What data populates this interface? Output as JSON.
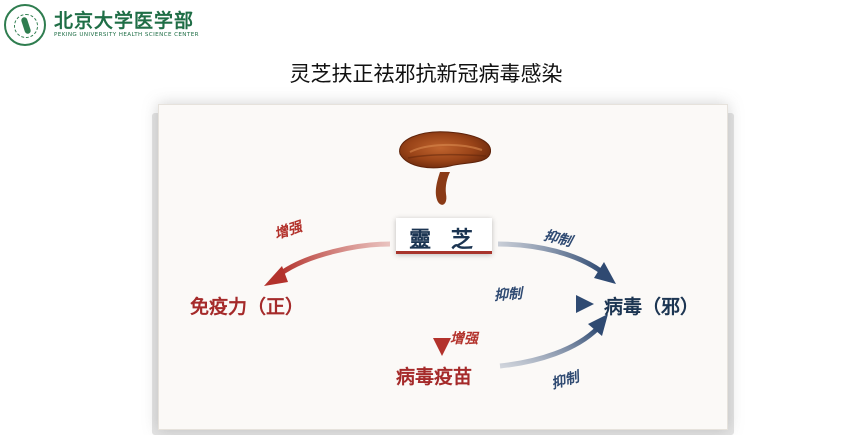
{
  "logo": {
    "name_cn": "北京大学医学部",
    "name_en": "PEKING UNIVERSITY HEALTH SCIENCE CENTER"
  },
  "title": "灵芝扶正祛邪抗新冠病毒感染",
  "diagram": {
    "nodes": {
      "lingzhi": "靈 芝",
      "immunity": "免疫力（正）",
      "virus": "病毒（邪）",
      "vaccine": "病毒疫苗"
    },
    "edges": [
      {
        "from": "lingzhi",
        "to": "immunity",
        "label": "增强",
        "color": "#b3322c"
      },
      {
        "from": "lingzhi",
        "to": "virus",
        "label": "抑制",
        "color": "#2f4a72"
      },
      {
        "from": "immunity",
        "to": "virus",
        "label": "抑制",
        "color": "#2f4a72"
      },
      {
        "from": "lingzhi",
        "to": "vaccine",
        "label": "增强",
        "color": "#b3322c"
      },
      {
        "from": "vaccine",
        "to": "virus",
        "label": "抑制",
        "color": "#2f4a72"
      }
    ],
    "colors": {
      "red": "#b3322c",
      "blue": "#2f4a72",
      "mushroom": "#8a3a16"
    }
  }
}
